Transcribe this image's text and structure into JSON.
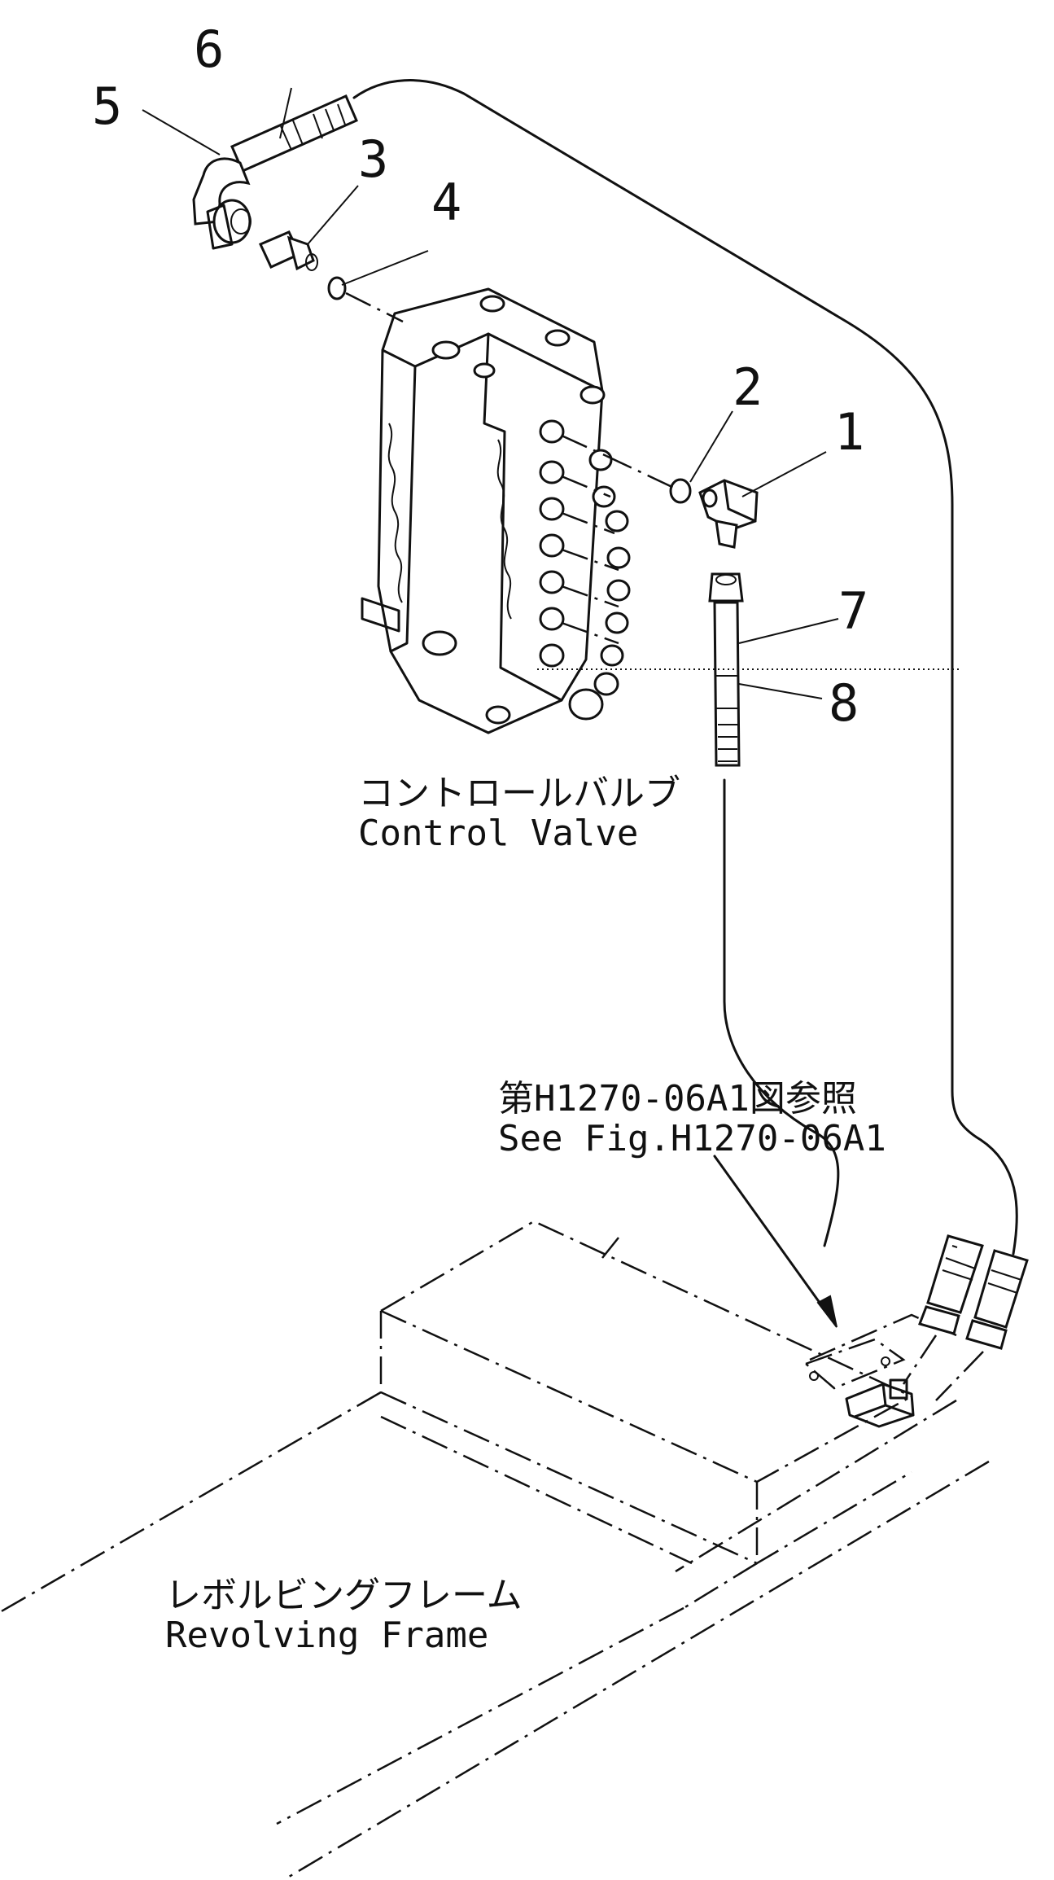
{
  "callouts": [
    "1",
    "2",
    "3",
    "4",
    "5",
    "6",
    "7",
    "8"
  ],
  "labels": {
    "control_valve_jp": "コントロールバルブ",
    "control_valve_en": "Control Valve",
    "reference_jp": "第H1270-06A1図参照",
    "reference_en": "See Fig.H1270-06A1",
    "frame_jp": "レボルビングフレーム",
    "frame_en": "Revolving Frame"
  },
  "colors": {
    "ink": "#111111",
    "paper": "#ffffff"
  }
}
